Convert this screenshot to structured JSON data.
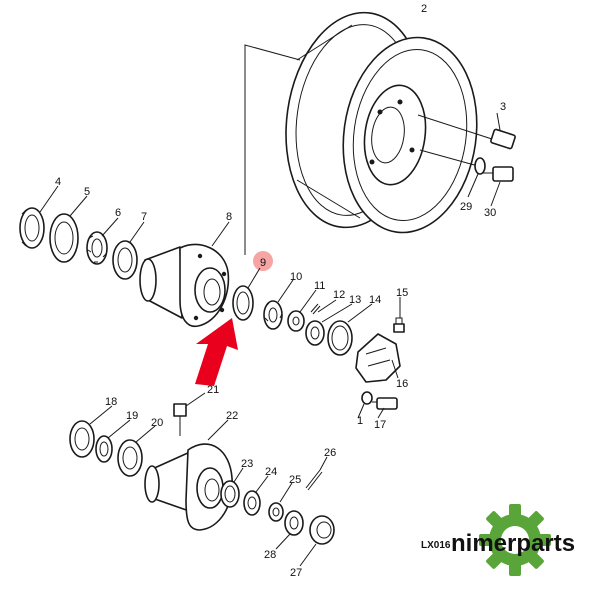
{
  "diagram": {
    "part_numbers": [
      "1",
      "2",
      "3",
      "4",
      "5",
      "6",
      "7",
      "8",
      "9",
      "10",
      "11",
      "12",
      "13",
      "14",
      "15",
      "16",
      "17",
      "18",
      "19",
      "20",
      "21",
      "22",
      "23",
      "24",
      "25",
      "26",
      "27",
      "28",
      "29",
      "30"
    ],
    "highlighted_part": "9",
    "drawing_code": "LX016",
    "highlight_color": "#f05a5a",
    "arrow_color": "#e8001c"
  },
  "brand": {
    "name": "nimerparts",
    "logo_color": "#5aa53a"
  }
}
